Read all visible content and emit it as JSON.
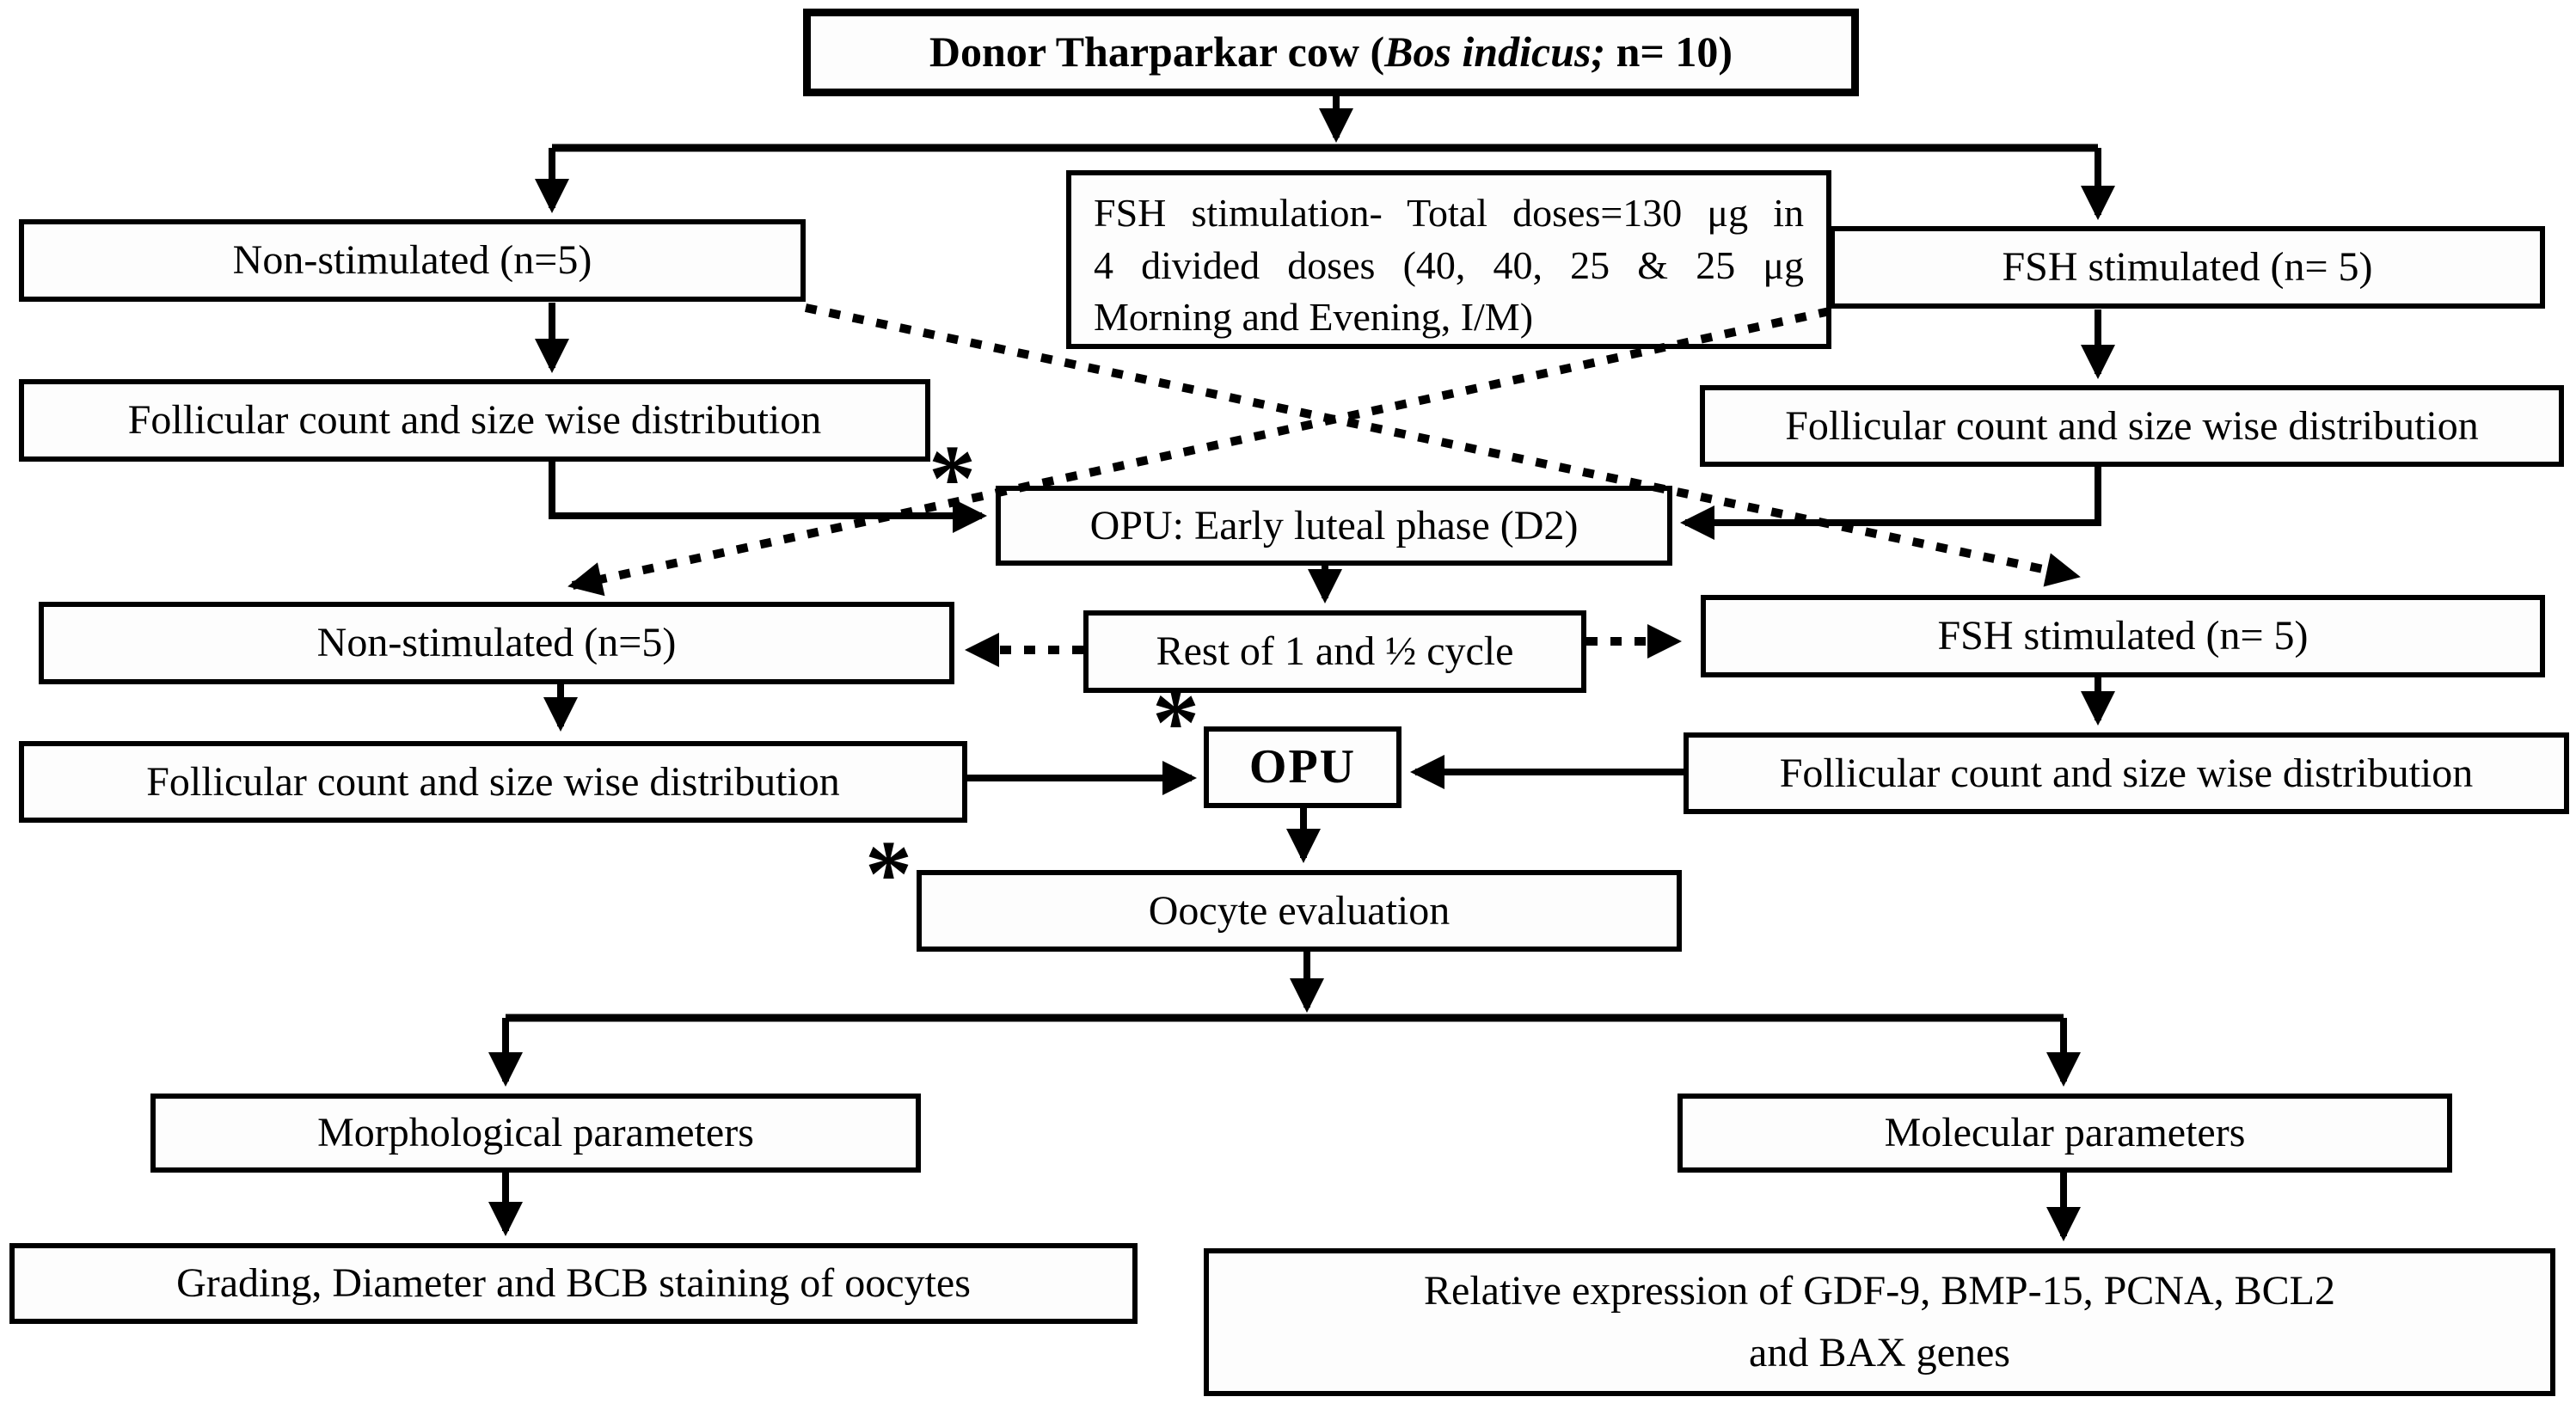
{
  "diagram": {
    "background": "#ffffff",
    "line_color": "#000000",
    "box_border_color": "#000000",
    "box_background": "#fdfdfd",
    "asterisk": "*"
  },
  "nodes": {
    "donor": {
      "prefix": "Donor Tharparkar cow (",
      "species_italic": "Bos indicus;",
      "suffix": " n= 10)"
    },
    "fsh_info": {
      "line1": "FSH stimulation- Total doses=130 μg in",
      "line2": "4 divided doses (40, 40, 25 & 25 μg",
      "line3": "Morning and Evening, I/M)"
    },
    "non_stimulated_1": {
      "label": "Non-stimulated (n=5)"
    },
    "fsh_stimulated_1": {
      "label": "FSH stimulated (n= 5)"
    },
    "follicular_left_1": {
      "label": "Follicular count and size wise distribution"
    },
    "follicular_right_1": {
      "label": "Follicular count and size wise distribution"
    },
    "opu_early_luteal": {
      "label": "OPU: Early luteal phase (D2)",
      "asterisk": "*"
    },
    "non_stimulated_2": {
      "label": "Non-stimulated (n=5)"
    },
    "rest_cycle": {
      "label": "Rest of 1 and ½ cycle"
    },
    "fsh_stimulated_2": {
      "label": "FSH stimulated (n= 5)"
    },
    "follicular_left_2": {
      "label": "Follicular count and size wise distribution"
    },
    "opu": {
      "label": "OPU",
      "asterisk": "*"
    },
    "follicular_right_2": {
      "label": "Follicular count and size wise distribution"
    },
    "oocyte_evaluation": {
      "label": "Oocyte evaluation",
      "asterisk": "*"
    },
    "morphological": {
      "label": "Morphological parameters"
    },
    "molecular": {
      "label": "Molecular parameters"
    },
    "grading": {
      "label": "Grading, Diameter and BCB staining of oocytes"
    },
    "relative_expression": {
      "line1": "Relative expression of GDF-9, BMP-15, PCNA, BCL2",
      "line2": "and BAX genes"
    }
  }
}
